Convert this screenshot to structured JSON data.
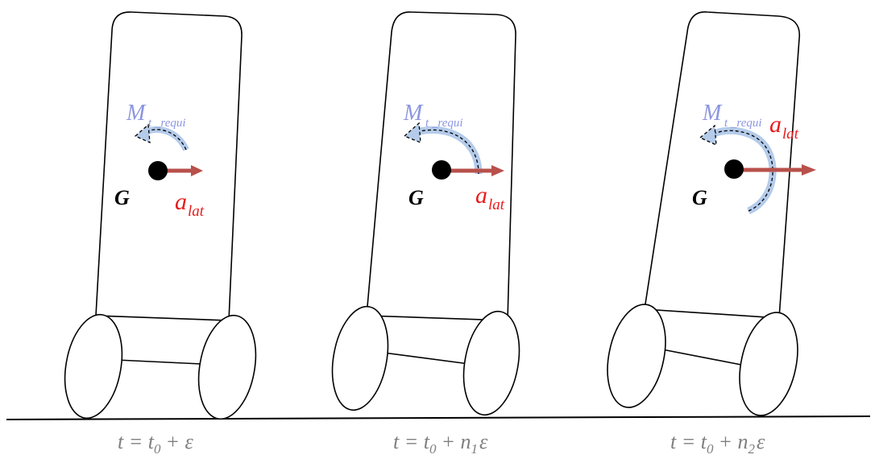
{
  "colors": {
    "outline": "#000000",
    "moment": "#8b96e0",
    "moment_arrow_fill": "#b4cbea",
    "acceleration_text": "#e81c1c",
    "acceleration_arrow": "#b8504b",
    "time_label": "#7f7f7f"
  },
  "panels": [
    {
      "cog_label": "G",
      "moment_label": "M",
      "moment_subscript": "t _requi",
      "accel_label": "a",
      "accel_subscript": "lat",
      "time_lhs": "t = t",
      "time_sub0": "0",
      "time_rhs": "+ ε",
      "time_coef": "",
      "time_coef_sub": ""
    },
    {
      "cog_label": "G",
      "moment_label": "M",
      "moment_subscript": "t _requi",
      "accel_label": "a",
      "accel_subscript": "lat",
      "time_lhs": "t = t",
      "time_sub0": "0",
      "time_rhs": "ε",
      "time_coef": "+ n",
      "time_coef_sub": "1"
    },
    {
      "cog_label": "G",
      "moment_label": "M",
      "moment_subscript": "t _requi",
      "accel_label": "a",
      "accel_subscript": "lat",
      "time_lhs": "t = t",
      "time_sub0": "0",
      "time_rhs": "ε",
      "time_coef": "+ n",
      "time_coef_sub": "2"
    }
  ]
}
